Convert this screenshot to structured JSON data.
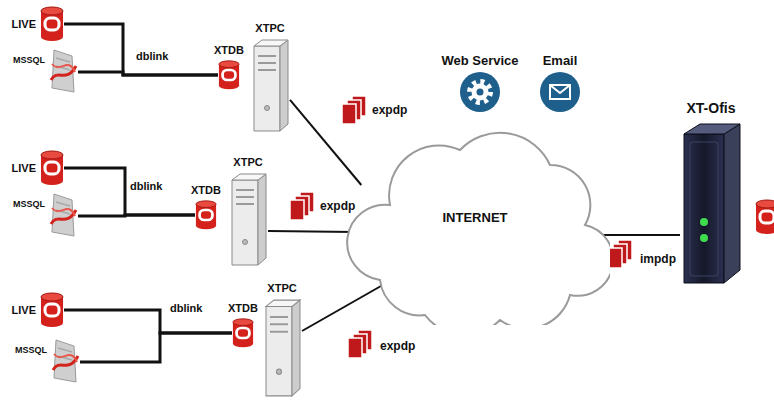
{
  "diagram": {
    "nodes": [
      {
        "text": [
          "LIVE"
        ]
      },
      {
        "text": [
          "MSSQL"
        ]
      },
      {
        "text": [
          "XTDB"
        ]
      },
      {
        "text": [
          "XTPC"
        ]
      },
      {
        "text": [
          "LIVE"
        ]
      },
      {
        "text": [
          "MSSQL"
        ]
      },
      {
        "text": [
          "XTDB"
        ]
      },
      {
        "text": [
          "XTPC"
        ]
      },
      {
        "text": [
          "LIVE"
        ]
      },
      {
        "text": [
          "MSSQL"
        ]
      },
      {
        "text": [
          "XTDB"
        ]
      },
      {
        "text": [
          "XTPC"
        ]
      },
      {
        "text": [
          "Web Service"
        ]
      },
      {
        "text": [
          "Email"
        ]
      },
      {
        "text": [
          "INTERNET"
        ]
      },
      {
        "text": [
          "XT-Ofis"
        ]
      }
    ],
    "edges": [
      {
        "from": 0,
        "to": 2,
        "label": "dblink",
        "arrow": "none"
      },
      {
        "from": 1,
        "to": 2,
        "arrow": "none"
      },
      {
        "from": 4,
        "to": 6,
        "label": "dblink",
        "arrow": "none"
      },
      {
        "from": 5,
        "to": 6,
        "arrow": "none"
      },
      {
        "from": 8,
        "to": 10,
        "label": "dblink",
        "arrow": "none"
      },
      {
        "from": 9,
        "to": 10,
        "arrow": "none"
      },
      {
        "from": 3,
        "to": 14,
        "arrow": "none"
      },
      {
        "from": 7,
        "to": 14,
        "arrow": "none"
      },
      {
        "from": 11,
        "to": 14,
        "arrow": "none"
      },
      {
        "from": 14,
        "to": 15,
        "arrow": "none"
      }
    ],
    "labels": [
      "expdp",
      "expdp",
      "expdp",
      "impdp"
    ]
  }
}
